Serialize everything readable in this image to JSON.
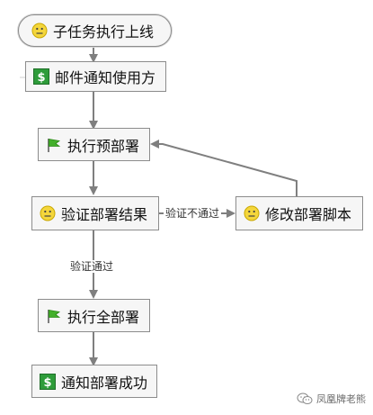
{
  "diagram": {
    "nodes": {
      "start": {
        "label": "子任务执行上线",
        "icon": "smiley-icon"
      },
      "notify_user": {
        "label": "邮件通知使用方",
        "icon": "dollar-icon"
      },
      "pre_deploy": {
        "label": "执行预部署",
        "icon": "green-flag-icon"
      },
      "verify": {
        "label": "验证部署结果",
        "icon": "smiley-icon"
      },
      "fix_script": {
        "label": "修改部署脚本",
        "icon": "smiley-icon"
      },
      "full_deploy": {
        "label": "执行全部署",
        "icon": "green-flag-icon"
      },
      "notify_success": {
        "label": "通知部署成功",
        "icon": "dollar-icon"
      }
    },
    "edges": {
      "fail_label": "验证不通过",
      "pass_label": "验证通过"
    },
    "colors": {
      "node_fill": "#f6f6f6",
      "node_border": "#8c8c8c",
      "arrow": "#7f7f7f",
      "smiley": "#f4d63c",
      "flag": "#43b02a",
      "dollar": "#2e9c3a"
    }
  },
  "watermark": {
    "text": "凤凰牌老熊"
  }
}
